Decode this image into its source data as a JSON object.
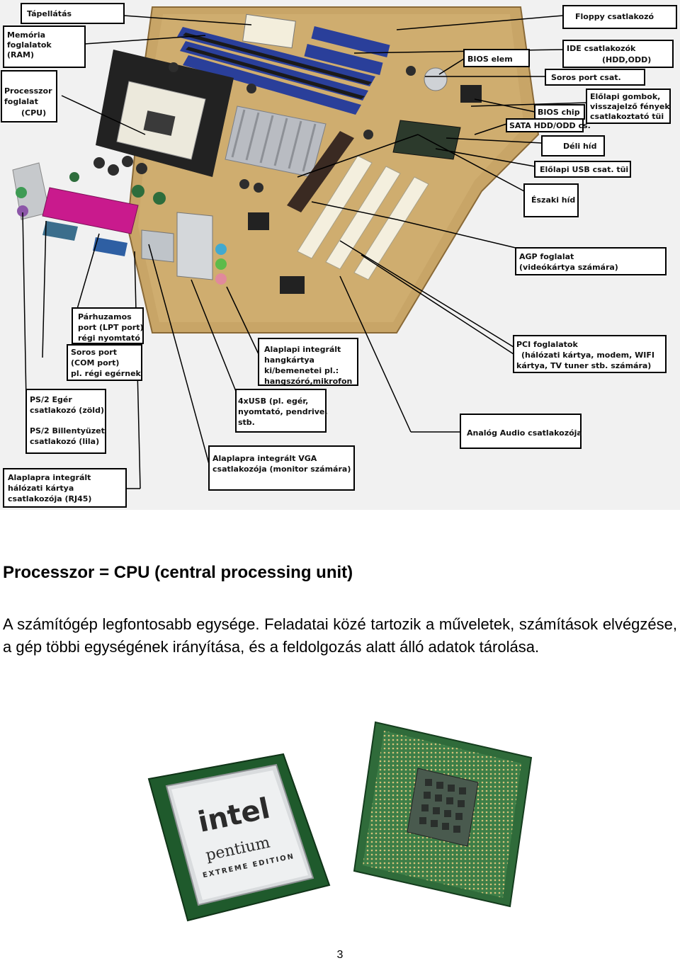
{
  "callouts": {
    "tapellatas": [
      "Tápellátás"
    ],
    "memoria": [
      "Memória",
      "foglalatok",
      "(RAM)"
    ],
    "processzor": [
      "Processzor",
      "foglalat",
      "(CPU)"
    ],
    "floppy": [
      "Floppy csatlakozó"
    ],
    "ide": [
      "IDE csatlakozók",
      "(HDD,ODD)"
    ],
    "bios_elem": [
      "BIOS elem"
    ],
    "soros_port_csat": [
      "Soros port csat."
    ],
    "elolapi_gombok": [
      "Előlapi gombok,",
      "visszajelző fények",
      "csatlakoztató tüi"
    ],
    "bios_chip": [
      "BIOS chip"
    ],
    "sata": [
      "SATA HDD/ODD cs."
    ],
    "deli_hid": [
      "Déli híd"
    ],
    "elolapi_usb": [
      "Előlapi USB csat. tüi"
    ],
    "eszaki_hid": [
      "Északi híd"
    ],
    "agp": [
      "AGP foglalat",
      "(videókártya számára)"
    ],
    "pci": [
      "PCI foglalatok",
      "(hálózati kártya, modem, WIFI",
      "kártya, TV tuner stb. számára)"
    ],
    "hangkartya": [
      "Alaplapi integrált",
      "hangkártya",
      "ki/bemenetei pl.:",
      "hangszóró,mikrofon"
    ],
    "parhuzamos": [
      "Párhuzamos",
      "port (LPT port)",
      "régi nyomtató"
    ],
    "soros_com": [
      "Soros port",
      "(COM port)",
      "pl. régi egérnek"
    ],
    "ps2": [
      "PS/2 Egér",
      "csatlakozó (zöld)",
      "",
      "PS/2 Billentyüzet",
      "csatlakozó (lila)"
    ],
    "usb4": [
      "4xUSB (pl. egér,",
      "nyomtató, pendrive,",
      "stb."
    ],
    "analog_audio": [
      "Analóg Audio csatlakozója"
    ],
    "vga": [
      "Alaplapra integrált VGA",
      "csatlakozója (monitor számára)"
    ],
    "rj45": [
      "Alaplapra integrált",
      "hálózati kártya",
      "csatlakozója (RJ45)"
    ]
  },
  "heading": "Processzor = CPU (central processing unit)",
  "paragraph": "A számítógép legfontosabb egysége. Feladatai közé tartozik a műveletek, számítások elvégzése, a gép többi egységének irányítása, és a feldolgozás alatt álló adatok tárolása.",
  "cpu_photo": {
    "chip_brand": "intel",
    "chip_model": "pentium",
    "chip_edition": "EXTREME EDITION"
  },
  "page_number": "3"
}
